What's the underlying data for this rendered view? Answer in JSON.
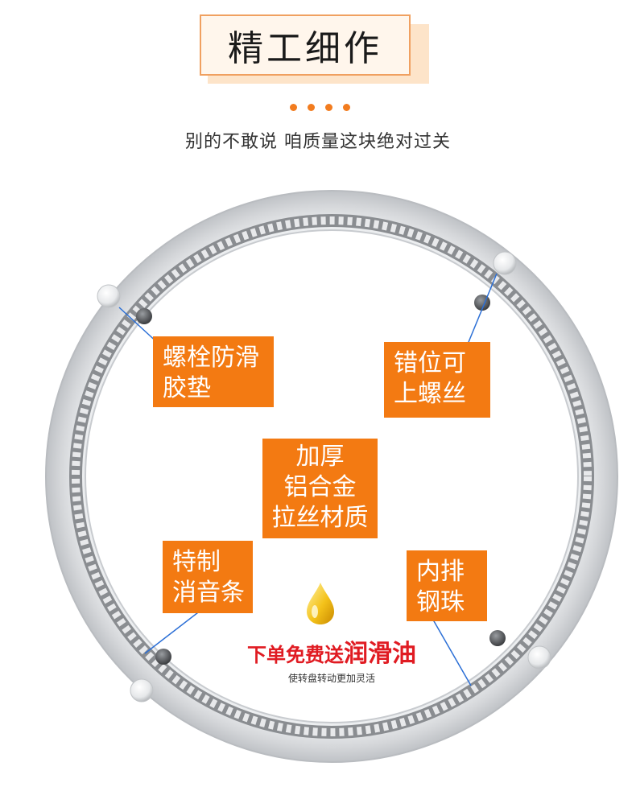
{
  "header": {
    "title": "精工细作",
    "subtitle": "别的不敢说  咱质量这块绝对过关"
  },
  "labels": {
    "anti_slip": [
      "螺栓防滑",
      "胶垫"
    ],
    "offset_screw": [
      "错位可",
      "上螺丝"
    ],
    "aluminum": [
      "加厚",
      "铝合金",
      "拉丝材质"
    ],
    "silencer": [
      "特制",
      "消音条"
    ],
    "steel_balls": [
      "内排",
      "钢珠"
    ]
  },
  "promo": {
    "prefix": "下单免费送",
    "highlight": "润滑油",
    "sub": "使转盘转动更加灵活"
  },
  "colors": {
    "accent": "#f37a12",
    "promo_red": "#e01b22",
    "disc_silver": "#d9dadc"
  }
}
